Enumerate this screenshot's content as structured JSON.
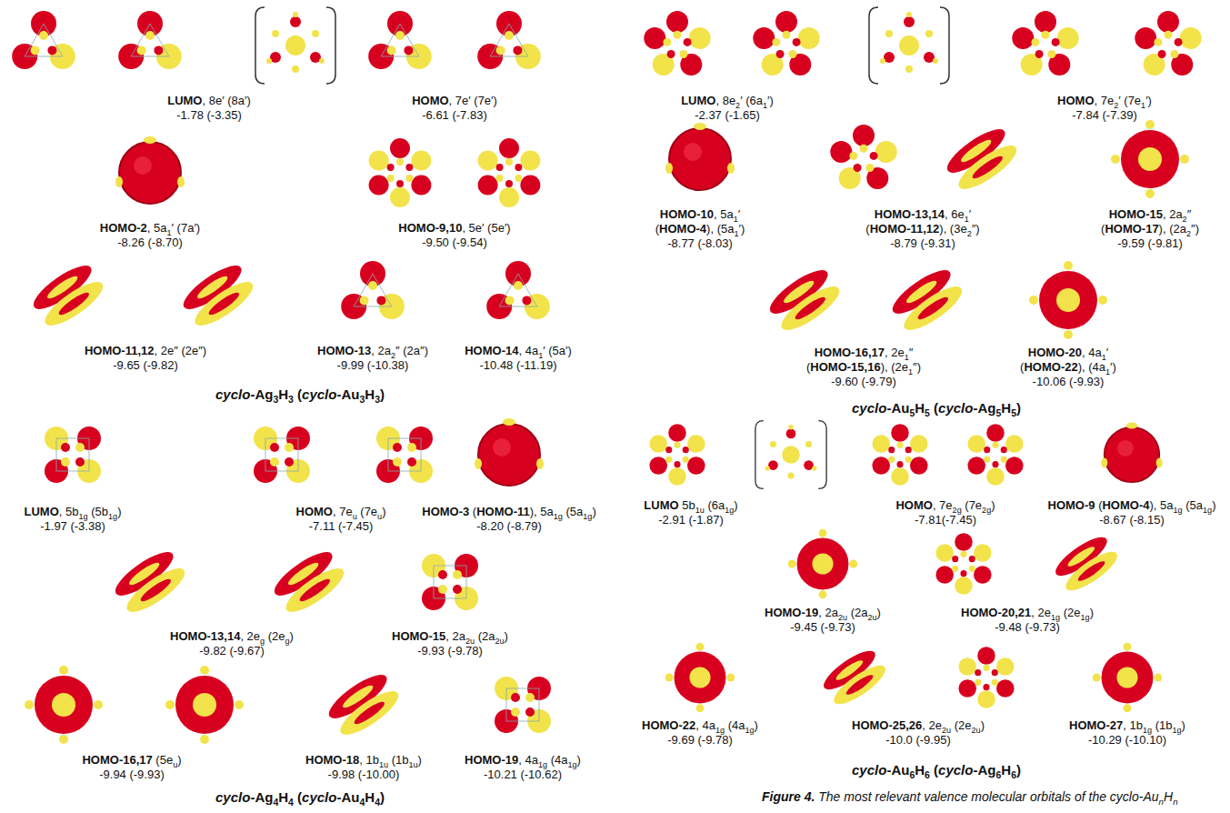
{
  "diagram": {
    "caption": "Figure 4. The most relevant valence molecular orbitals of the cyclo-AunHn",
    "labels": [
      "LUMO, 8e′ (8a′)",
      "-1.78 (-3.35)",
      "HOMO, 7e′ (7e′)",
      "-6.61 (-7.83)",
      "HOMO-2, 5a1′ (7a′)",
      "-8.26 (-8.70)",
      "HOMO-9,10, 5e′ (5e′)",
      "-9.50 (-9.54)",
      "HOMO-11,12, 2e″ (2e″)",
      "-9.65 (-9.82)",
      "HOMO-13, 2a2″ (2a″)",
      "-9.99 (-10.38)",
      "HOMO-14, 4a1′ (5a′)",
      "-10.48 (-11.19)",
      "cyclo-Ag3H3 (cyclo-Au3H3)",
      "LUMO, 5b1g (5b1g)",
      "-1.97 (-3.38)",
      "HOMO, 7eu (7eu)",
      "-7.11 (-7.45)",
      "HOMO-3 (HOMO-11), 5a1g (5a1g)",
      "-8.20 (-8.79)",
      "HOMO-13,14, 2eg (2eg)",
      "-9.82 (-9.67)",
      "HOMO-15, 2a2u (2a2u)",
      "-9.93 (-9.78)",
      "HOMO-16,17 (5eu)",
      "-9.94 (-9.93)",
      "HOMO-18, 1b1u (1b1u)",
      "-9.98 (-10.00)",
      "HOMO-19, 4a1g (4a1g)",
      "-10.21 (-10.62)",
      "cyclo-Ag4H4 (cyclo-Au4H4)",
      "LUMO, 8e2′ (6a1′)",
      "-2.37 (-1.65)",
      "HOMO, 7e2′ (7e1′)",
      "-7.84 (-7.39)",
      "HOMO-10, 5a1′",
      "(HOMO-4), (5a1′)",
      "-8.77 (-8.03)",
      "HOMO-13,14, 6e1′",
      "(HOMO-11,12), (3e2″)",
      "-8.79 (-9.31)",
      "HOMO-15, 2a2″",
      "(HOMO-17), (2a2″)",
      "-9.59 (-9.81)",
      "HOMO-16,17, 2e1″",
      "(HOMO-15,16), (2e1″)",
      "-9.60 (-9.79)",
      "HOMO-20, 4a1′",
      "(HOMO-22), (4a1′)",
      "-10.06 (-9.93)",
      "cyclo-Au5H5 (cyclo-Ag5H5)",
      "LUMO 5b1u (6a1g)",
      "-2.91 (-1.87)",
      "HOMO, 7e2g (7e2g)",
      "-7.81(-7.45)",
      "HOMO-9 (HOMO-4), 5a1g (5a1g)",
      "-8.67 (-8.15)",
      "HOMO-19, 2a2u (2a2u)",
      "-9.45 (-9.73)",
      "HOMO-20,21, 2e1g (2e1g)",
      "-9.48 (-9.73)",
      "HOMO-22, 4a1g (4a1g)",
      "-9.69 (-9.78)",
      "HOMO-25,26, 2e2u (2e2u)",
      "-10.0 (-9.95)",
      "HOMO-27, 1b1g (1b1g)",
      "-10.29 (-10.10)",
      "cyclo-Au6H6 (cyclo-Ag6H6)"
    ]
  }
}
